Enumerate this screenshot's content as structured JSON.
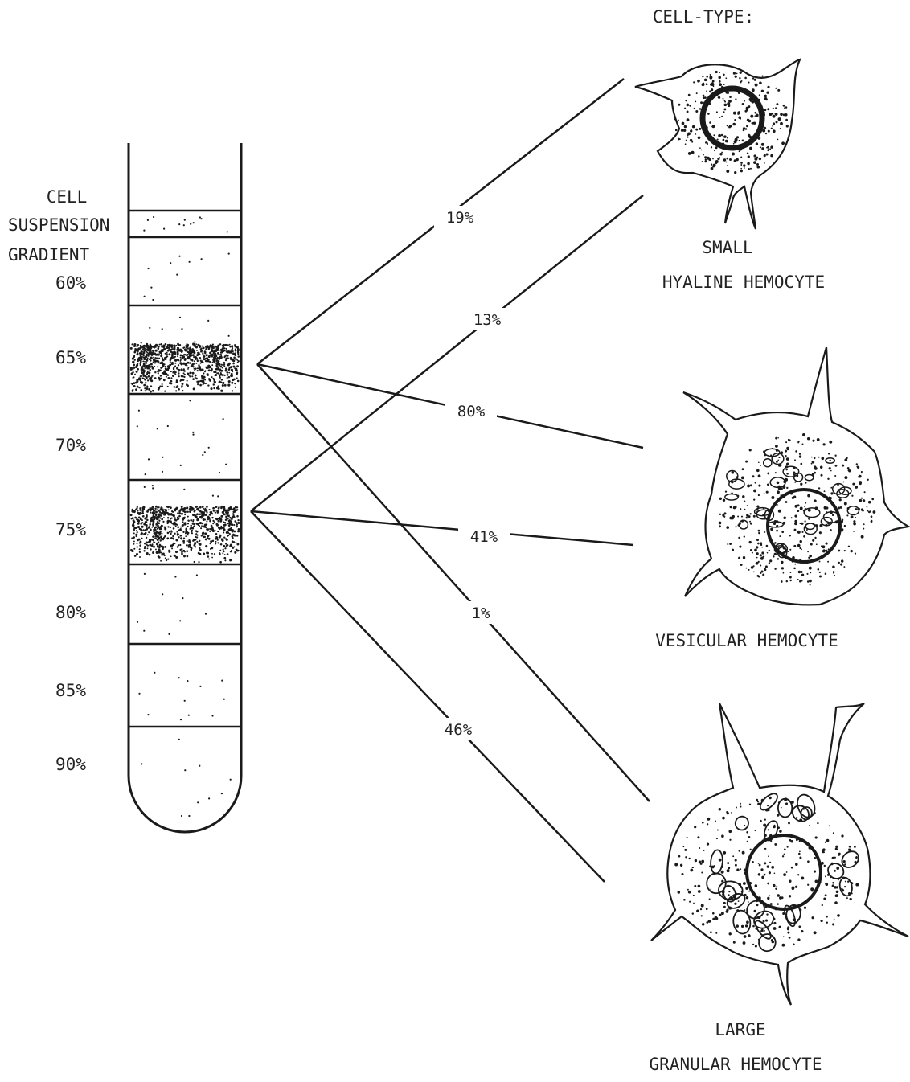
{
  "header": "CELL-TYPE:",
  "tube": {
    "suspension_label_1": "CELL",
    "suspension_label_2": "SUSPENSION",
    "gradient_label": "GRADIENT",
    "layers": [
      "60%",
      "65%",
      "70%",
      "75%",
      "80%",
      "85%",
      "90%"
    ]
  },
  "cells": [
    {
      "line1": "SMALL",
      "line2": "HYALINE HEMOCYTE"
    },
    {
      "line1": "VESICULAR HEMOCYTE"
    },
    {
      "line1": "LARGE",
      "line2": "GRANULAR HEMOCYTE"
    }
  ],
  "connections": {
    "from_65": [
      {
        "to": "SMALL HYALINE HEMOCYTE",
        "percent": "19%"
      },
      {
        "to": "VESICULAR HEMOCYTE",
        "percent": "80%"
      },
      {
        "to": "LARGE GRANULAR HEMOCYTE",
        "percent": "1%"
      }
    ],
    "from_75": [
      {
        "to": "SMALL HYALINE HEMOCYTE",
        "percent": "13%"
      },
      {
        "to": "VESICULAR HEMOCYTE",
        "percent": "41%"
      },
      {
        "to": "LARGE GRANULAR HEMOCYTE",
        "percent": "46%"
      }
    ]
  }
}
